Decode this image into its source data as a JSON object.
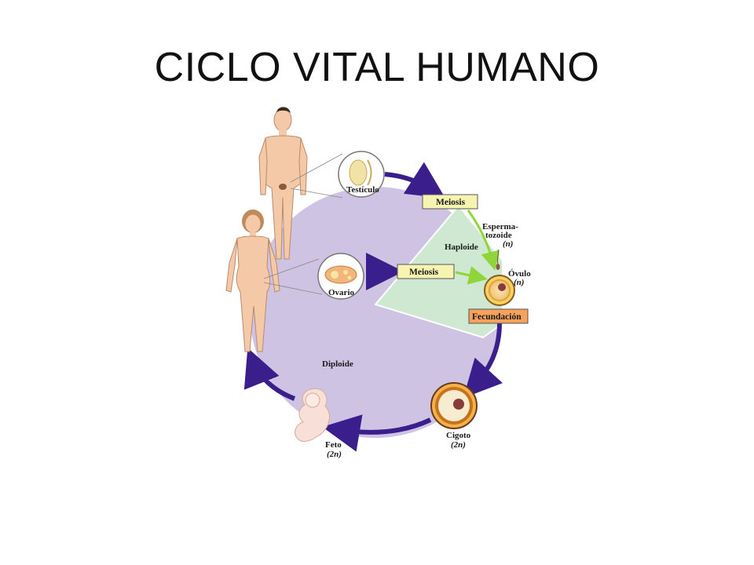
{
  "title": "CICLO VITAL HUMANO",
  "diagram": {
    "colors": {
      "diploid_fill": "#cfc3e3",
      "haploid_fill": "#cfe8d2",
      "cycle_arrow": "#3a1f8c",
      "green_arrow": "#8fd63a",
      "meiosis_box": "#f7f3b0",
      "fecundacion_box": "#f5a35c",
      "skin": "#f4c9a8"
    },
    "labels": {
      "testiculo": "Testículo",
      "ovario": "Ovario",
      "meiosis_top": "Meiosis",
      "meiosis_mid": "Meiosis",
      "haploide": "Haploide",
      "espermatozoide_1": "Esperma-",
      "espermatozoide_2": "tozoide",
      "espermatozoide_ploidy": "(n)",
      "ovulo": "Óvulo",
      "ovulo_ploidy": "(n)",
      "fecundacion": "Fecundación",
      "diploide": "Diploide",
      "cigoto": "Cigoto",
      "cigoto_ploidy": "(2n)",
      "feto": "Feto",
      "feto_ploidy": "(2n)"
    }
  }
}
